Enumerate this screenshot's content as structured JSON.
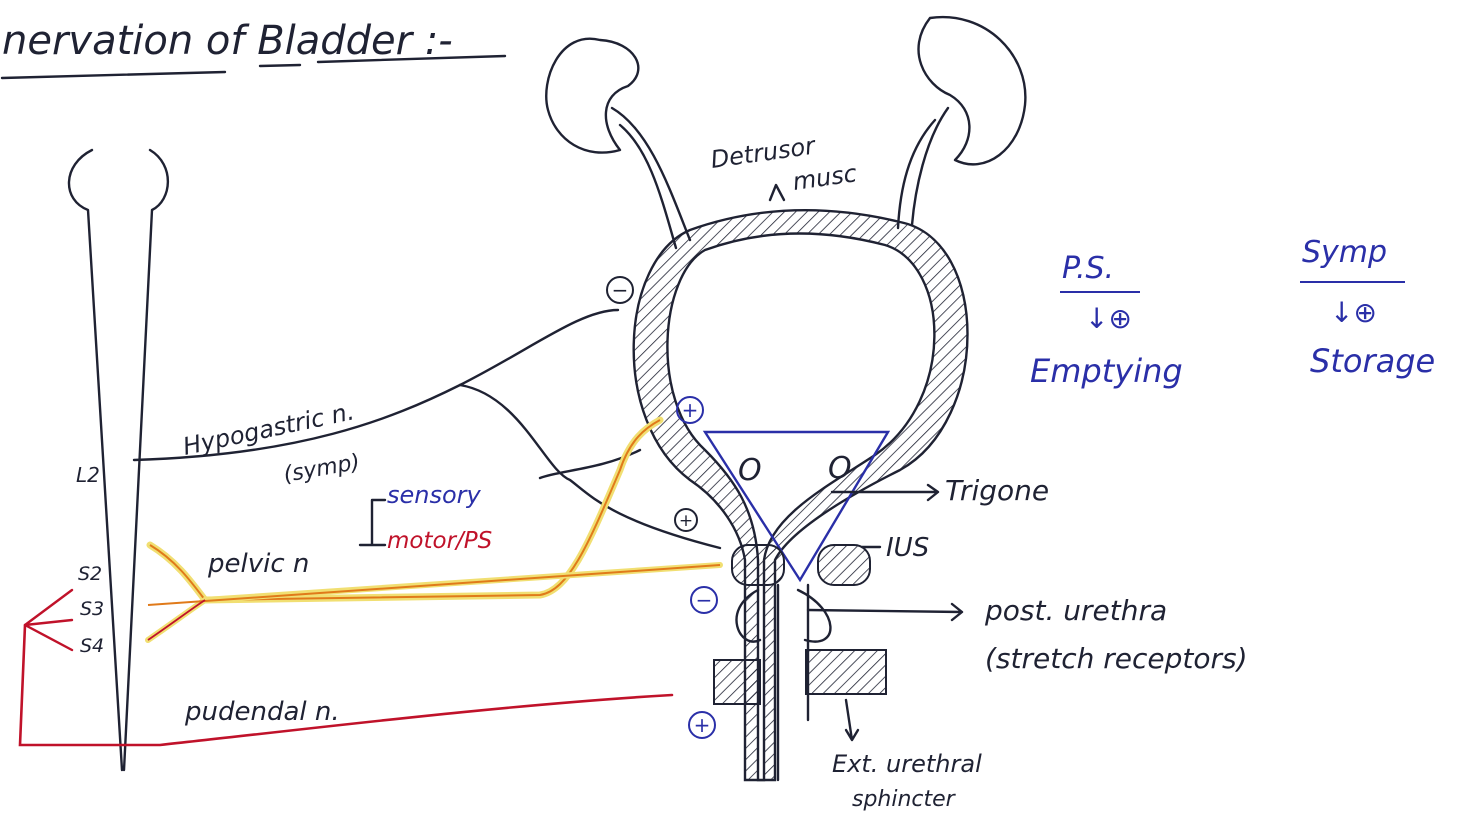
{
  "title": "nervation of Bladder :-",
  "colors": {
    "ink": "#1f2233",
    "blue": "#2a2fa8",
    "red": "#c0122a",
    "yellow": "#f1df72",
    "orange": "#e07a1a"
  },
  "labels": {
    "detrusor": "Detrusor",
    "detrusor2": "musc",
    "hypogastric": "Hypogastric n.",
    "symp_paren": "(symp)",
    "l2": "L2",
    "s2": "S2",
    "s3": "S3",
    "s4": "S4",
    "sensory": "sensory",
    "motor": "motor/PS",
    "pelvic": "pelvic n",
    "pudendal": "pudendal n.",
    "trigone": "Trigone",
    "ius": "IUS",
    "post_urethra": "post. urethra",
    "stretch": "(stretch receptors)",
    "ext1": "Ext. urethral",
    "ext2": "sphincter",
    "ureter_o": "O"
  },
  "signs": {
    "minus_hypo": "−",
    "plus_pelvic": "+",
    "plus_ius": "+",
    "minus_ius": "−",
    "plus_ext": "+"
  },
  "legend": {
    "ps": {
      "head": "P.S.",
      "sign": "↓⊕",
      "effect": "Emptying"
    },
    "symp": {
      "head": "Symp",
      "sign": "↓⊕",
      "effect": "Storage"
    }
  }
}
